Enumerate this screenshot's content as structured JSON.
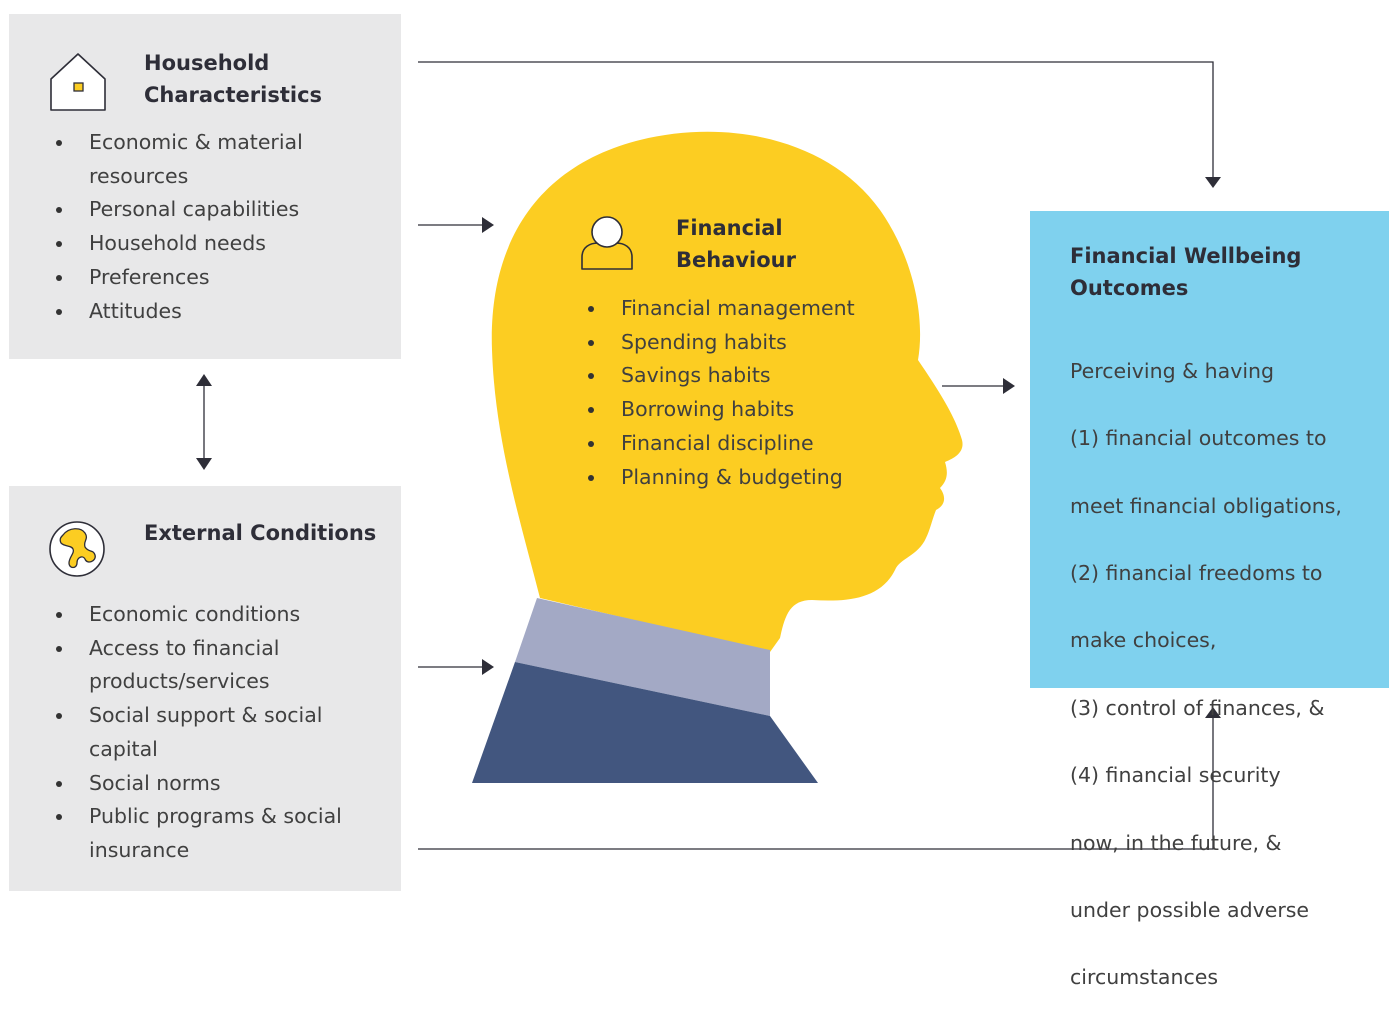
{
  "household": {
    "title": "Household Characteristics",
    "items": [
      "Economic & material resources",
      "Personal capabilities",
      "Household needs",
      "Preferences",
      "Attitudes"
    ],
    "icon": "house-icon"
  },
  "external": {
    "title": "External Conditions",
    "items": [
      "Economic conditions",
      "Access to financial products/services",
      "Social support & social capital",
      "Social norms",
      "Public programs & social insurance"
    ],
    "icon": "globe-icon"
  },
  "behaviour": {
    "title": "Financial Behaviour",
    "items": [
      "Financial management",
      "Spending habits",
      "Savings habits",
      "Borrowing habits",
      "Financial discipline",
      "Planning & budgeting"
    ],
    "icon": "person-icon"
  },
  "outcomes": {
    "title": "Financial Wellbeing Outcomes",
    "lines": [
      "Perceiving & having",
      "(1) financial outcomes to",
      "meet financial obligations,",
      "(2) financial freedoms to",
      "make choices,",
      "(3) control of finances, &",
      "(4) financial security",
      "now, in the future, &",
      "under possible adverse",
      "circumstances"
    ]
  },
  "colors": {
    "head_yellow": "#fccd22",
    "collar": "#a3a9c5",
    "shirt": "#42567f",
    "grey_box": "#e8e8e9",
    "outcome_box": "#7fd1ee",
    "arrow": "#2e2e38"
  }
}
